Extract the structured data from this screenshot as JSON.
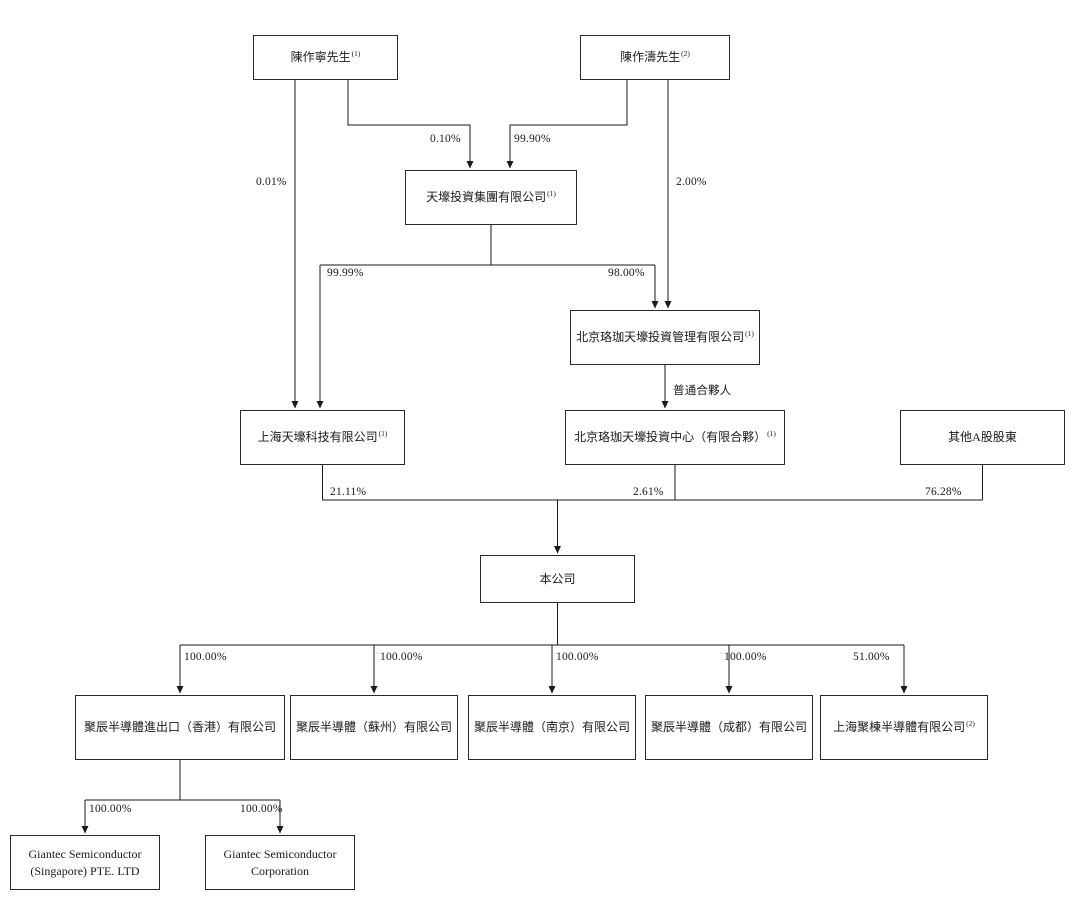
{
  "page": {
    "background": "#ffffff",
    "line_color": "#1a1a1a"
  },
  "nodes": {
    "chen_zuoning": {
      "label": "陳作寧先生",
      "note": "(1)"
    },
    "chen_zuotao": {
      "label": "陳作濤先生",
      "note": "(2)"
    },
    "tianhao_group": {
      "label": "天壕投資集團有限公司",
      "note": "(1)"
    },
    "luojia_mgmt": {
      "label": "北京珞珈天壕投資管理有限公司",
      "note": "(1)"
    },
    "shanghai_tianhao": {
      "label": "上海天壕科技有限公司",
      "note": "(1)"
    },
    "luojia_center": {
      "label": "北京珞珈天壕投資中心（有限合夥）",
      "note": "(1)"
    },
    "other_a_holders": {
      "label": "其他A股股東"
    },
    "company": {
      "label": "本公司"
    },
    "sub_hk": {
      "label": "聚辰半導體進出口（香港）有限公司"
    },
    "sub_suzhou": {
      "label": "聚辰半導體（蘇州）有限公司"
    },
    "sub_nanjing": {
      "label": "聚辰半導體（南京）有限公司"
    },
    "sub_chengdu": {
      "label": "聚辰半導體（成都）有限公司"
    },
    "sub_shanghai": {
      "label": "上海聚棟半導體有限公司",
      "note": "(2)"
    },
    "giantec_sg": {
      "label": "Giantec Semiconductor (Singapore) PTE. LTD"
    },
    "giantec_corp": {
      "label": "Giantec Semiconductor Corporation"
    }
  },
  "edges": {
    "zuoning_group": "0.10%",
    "zuotao_group": "99.90%",
    "zuoning_sht": "0.01%",
    "zuotao_mgmt": "2.00%",
    "group_sht": "99.99%",
    "group_mgmt": "98.00%",
    "gp": "普通合夥人",
    "sht_co": "21.11%",
    "center_co": "2.61%",
    "others_co": "76.28%",
    "co_hk": "100.00%",
    "co_suzhou": "100.00%",
    "co_nanjing": "100.00%",
    "co_chengdu": "100.00%",
    "co_shanghai": "51.00%",
    "hk_sg": "100.00%",
    "hk_corp": "100.00%"
  }
}
